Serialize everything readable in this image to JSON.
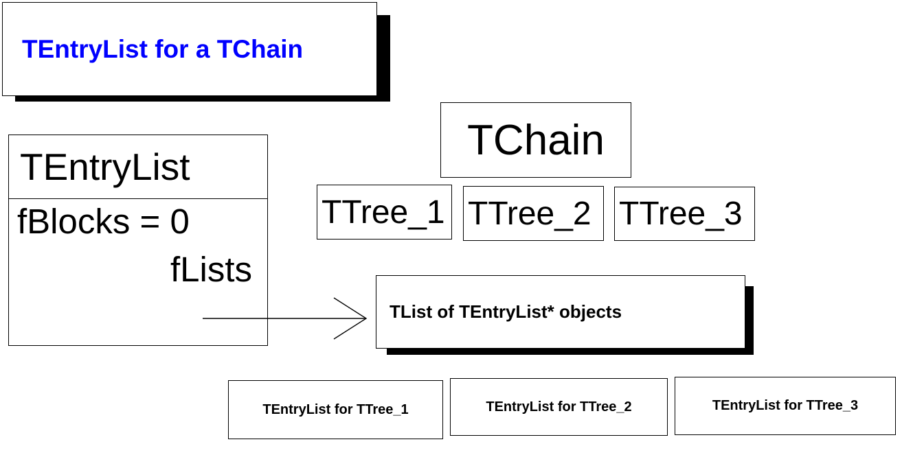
{
  "title": {
    "text": "TEntryList for a TChain",
    "color": "#0000ff"
  },
  "entrylist": {
    "class_name": "TEntryList",
    "fields": [
      {
        "label": "fBlocks = 0",
        "align": "left"
      },
      {
        "label": "fLists",
        "align": "right"
      }
    ]
  },
  "chain": {
    "label": "TChain",
    "trees": [
      {
        "label": "TTree_1"
      },
      {
        "label": "TTree_2"
      },
      {
        "label": "TTree_3"
      }
    ]
  },
  "tlist": {
    "label": "TList of TEntryList* objects"
  },
  "leaf_lists": [
    {
      "label": "TEntryList for TTree_1"
    },
    {
      "label": "TEntryList for TTree_2"
    },
    {
      "label": "TEntryList for TTree_3"
    }
  ],
  "arrow": {
    "name": "flists-to-tlist-arrow"
  },
  "colors": {
    "box_border": "#000000",
    "box_fill": "#ffffff",
    "shadow": "#000000",
    "text": "#000000",
    "title_text": "#0000ff"
  }
}
